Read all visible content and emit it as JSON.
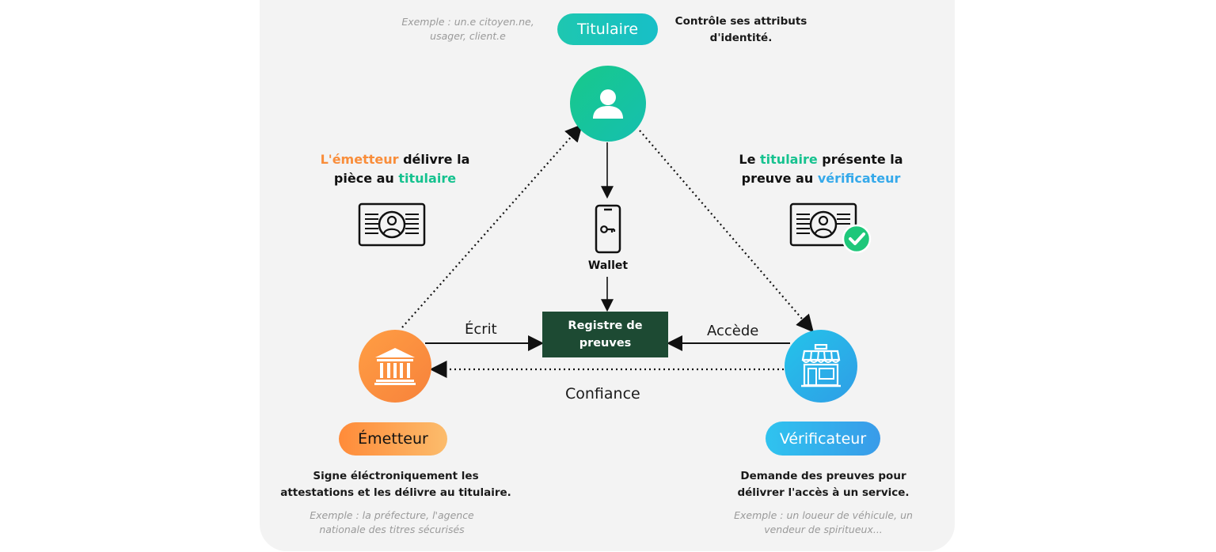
{
  "holder": {
    "label": "Titulaire",
    "example_line1": "Exemple : un.e citoyen.ne,",
    "example_line2": "usager, client.e",
    "desc_line1": "Contrôle ses attributs",
    "desc_line2": "d'identité.",
    "icon": "user-icon"
  },
  "issuer": {
    "label": "Émetteur",
    "desc_line1": "Signe éléctroniquement les",
    "desc_line2": "attestations et les délivre au titulaire.",
    "example_line1": "Exemple : la préfecture, l'agence",
    "example_line2": "nationale des titres sécurisés",
    "icon": "bank-icon"
  },
  "verifier": {
    "label": "Vérificateur",
    "desc_line1": "Demande des preuves pour",
    "desc_line2": "délivrer l'accès à un service.",
    "example_line1": "Exemple : un loueur de véhicule, un",
    "example_line2": "vendeur de spiritueux...",
    "icon": "shop-icon"
  },
  "issue_step": {
    "l1_a": "L'émetteur",
    "l1_b": " délivre la",
    "l2_a": "pièce au ",
    "l2_b": "titulaire"
  },
  "present_step": {
    "l1_a": "Le ",
    "l1_b": "titulaire",
    "l1_c": " présente la",
    "l2_a": "preuve au ",
    "l2_b": "vérificateur"
  },
  "wallet": {
    "label": "Wallet"
  },
  "registry": {
    "line1": "Registre de",
    "line2": "preuves"
  },
  "edges": {
    "writes": "Écrit",
    "accesses": "Accède",
    "trust": "Confiance"
  },
  "colors": {
    "issuer": "#f98d3a",
    "holder": "#16c28f",
    "verifier": "#35a9ea",
    "registry": "#1d4a33"
  }
}
